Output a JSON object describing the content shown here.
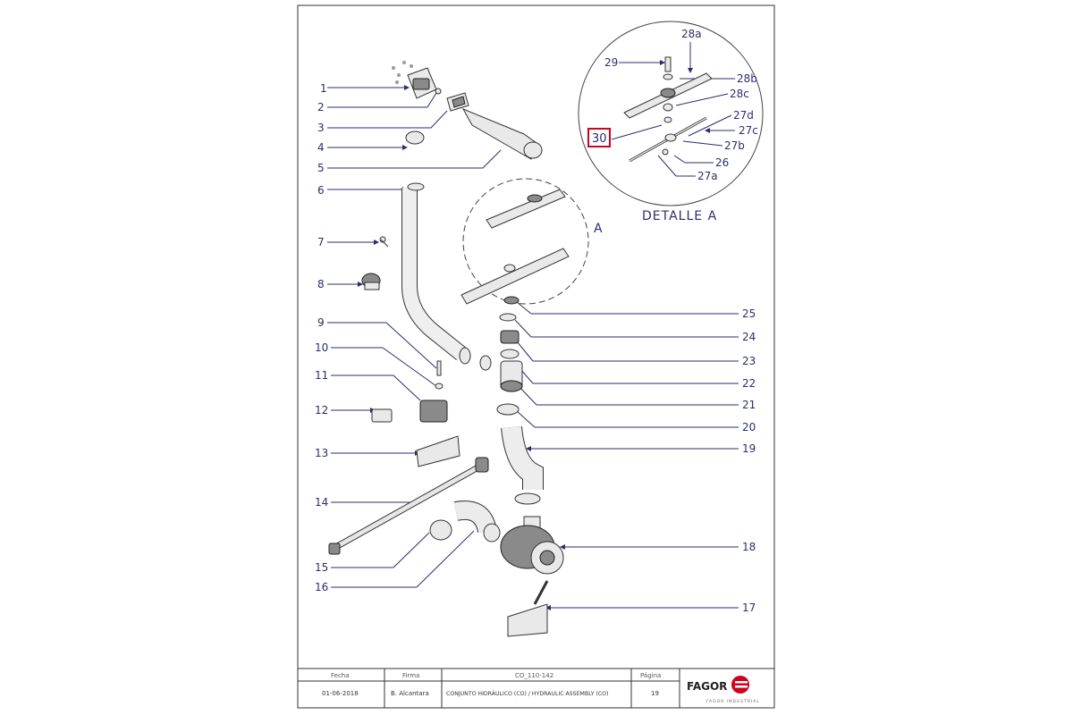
{
  "callouts": {
    "n1": "1",
    "n2": "2",
    "n3": "3",
    "n4": "4",
    "n5": "5",
    "n6": "6",
    "n7": "7",
    "n8": "8",
    "n9": "9",
    "n10": "10",
    "n11": "11",
    "n12": "12",
    "n13": "13",
    "n14": "14",
    "n15": "15",
    "n16": "16",
    "n17": "17",
    "n18": "18",
    "n19": "19",
    "n20": "20",
    "n21": "21",
    "n22": "22",
    "n23": "23",
    "n24": "24",
    "n25": "25",
    "n26": "26",
    "n27a": "27a",
    "n27b": "27b",
    "n27c": "27c",
    "n27d": "27d",
    "n28a": "28a",
    "n28b": "28b",
    "n28c": "28c",
    "n29": "29",
    "n30": "30"
  },
  "detail": {
    "marker": "A",
    "caption": "DETALLE A"
  },
  "highlight": {
    "label": "30",
    "color": "#d0021b"
  },
  "title_block": {
    "fecha_head": "Fecha",
    "firma_head": "Firma",
    "code_head": "CO_110-142",
    "pagina_head": "Página",
    "fecha": "01-06-2018",
    "firma": "B. Alcantara",
    "description": "CONJUNTO HIDRÁULICO (CO) / HYDRAULIC ASSEMBLY (CO)",
    "pagina": "19",
    "brand": "FAGOR",
    "brand_sub": "FAGOR INDUSTRIAL",
    "brand_color": "#d0021b"
  },
  "colors": {
    "ink": "#2b2d6e",
    "frame": "#333333"
  }
}
